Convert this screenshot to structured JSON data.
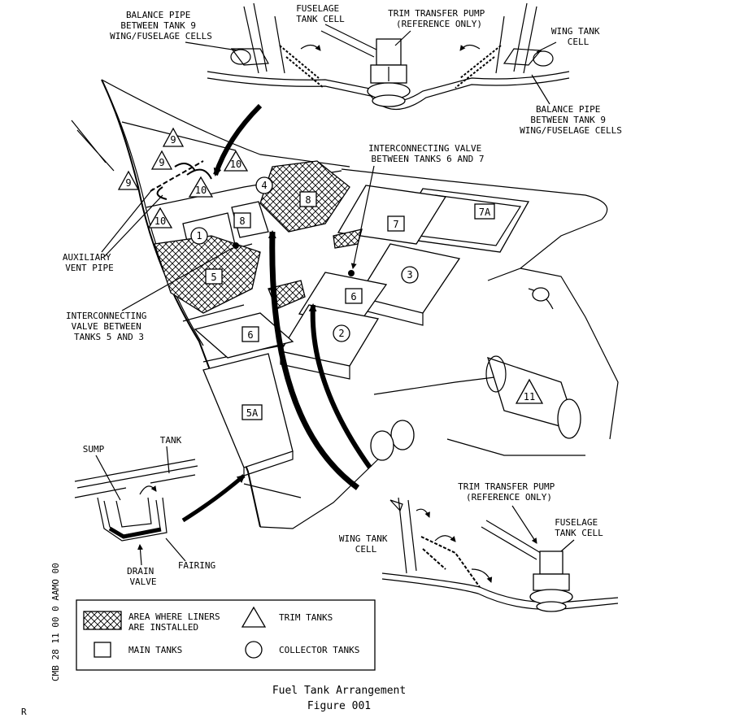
{
  "labels": {
    "balance_pipe_tl": [
      "BALANCE PIPE",
      "BETWEEN TANK 9",
      "WING/FUSELAGE CELLS"
    ],
    "fuselage_cell_top": [
      "FUSELAGE",
      "TANK CELL"
    ],
    "trim_pump_top": [
      "TRIM TRANSFER PUMP",
      "(REFERENCE ONLY)"
    ],
    "wing_cell_top": [
      "WING TANK",
      "CELL"
    ],
    "balance_pipe_tr": [
      "BALANCE PIPE",
      "BETWEEN TANK 9",
      "WING/FUSELAGE CELLS"
    ],
    "valve_6_7": [
      "INTERCONNECTING VALVE",
      "BETWEEN TANKS 6 AND 7"
    ],
    "aux_vent": [
      "AUXILIARY",
      "VENT PIPE"
    ],
    "valve_5_3": [
      "INTERCONNECTING",
      "VALVE BETWEEN",
      "TANKS 5 AND 3"
    ],
    "sump": "SUMP",
    "tank": "TANK",
    "drain_valve": [
      "DRAIN",
      "VALVE"
    ],
    "fairing": "FAIRING",
    "trim_pump_bottom": [
      "TRIM TRANSFER PUMP",
      "(REFERENCE ONLY)"
    ],
    "fuselage_cell_bottom": [
      "FUSELAGE",
      "TANK CELL"
    ],
    "wing_cell_bottom": [
      "WING TANK",
      "CELL"
    ],
    "side_ref": "CMB 28 11 00 0 AAMO 00",
    "corner_mark": "R"
  },
  "tank_numbers": {
    "t9a": "9",
    "t9b": "9",
    "t9c": "9",
    "t10a": "10",
    "t10b": "10",
    "t10c": "10",
    "t1": "1",
    "t4": "4",
    "t8a": "8",
    "t8b": "8",
    "t5": "5",
    "t6a": "6",
    "t6b": "6",
    "t2": "2",
    "t3": "3",
    "t7": "7",
    "t7a": "7A",
    "t5a": "5A",
    "t11": "11"
  },
  "legend": {
    "liners": [
      "AREA WHERE LINERS",
      "ARE INSTALLED"
    ],
    "trim": "TRIM TANKS",
    "main": "MAIN TANKS",
    "collector": "COLLECTOR TANKS"
  },
  "caption": {
    "title": "Fuel Tank Arrangement",
    "figure": "Figure 001"
  }
}
